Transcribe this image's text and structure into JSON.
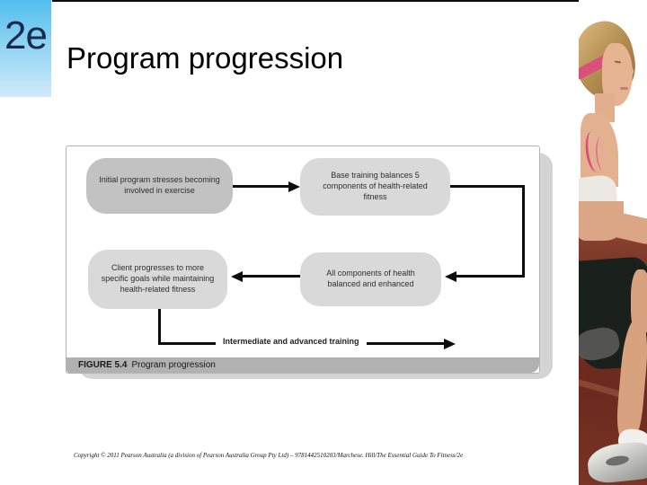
{
  "slide": {
    "logo": "2e",
    "title": "Program progression",
    "footer": "Copyright © 2011 Pearson Australia (a division of Pearson Australia Group Pty Ltd) – 9781442510203/Marchese. Hill/The Essential Guide To Fitness/2e"
  },
  "figure": {
    "caption": {
      "label": "FIGURE 5.4",
      "title": "Program progression"
    },
    "boxes": [
      {
        "id": "initial-program",
        "text": "Initial program stresses becoming involved in exercise"
      },
      {
        "id": "base-training",
        "text": "Base training balances 5 components of health-related fitness"
      },
      {
        "id": "client-progresses",
        "text": "Client progresses to more specific goals while maintaining health-related fitness"
      },
      {
        "id": "all-components",
        "text": "All components of health balanced and enhanced"
      }
    ],
    "connections": [
      {
        "from": "initial-program",
        "to": "base-training",
        "type": "arrow-right"
      },
      {
        "from": "base-training",
        "to": "all-components",
        "type": "elbow-right-down-left"
      },
      {
        "from": "all-components",
        "to": "client-progresses",
        "type": "arrow-left"
      },
      {
        "from": "client-progresses",
        "to": "exit-right",
        "type": "elbow-down-right",
        "label": "Intermediate and advanced training"
      }
    ],
    "flow_label": "Intermediate and advanced training"
  },
  "colors": {
    "logo_blue_top": "#53beee",
    "logo_blue_bottom": "#cfeafa",
    "logo_text": "#1b2b4d",
    "box_dark_gray": "#c2c2c2",
    "box_light_gray": "#d9d9d9",
    "caption_bar_gray": "#b1b1b1",
    "connector_black": "#0d0d0d",
    "track_red": "#73301f",
    "headband_pink": "#d8507b"
  }
}
